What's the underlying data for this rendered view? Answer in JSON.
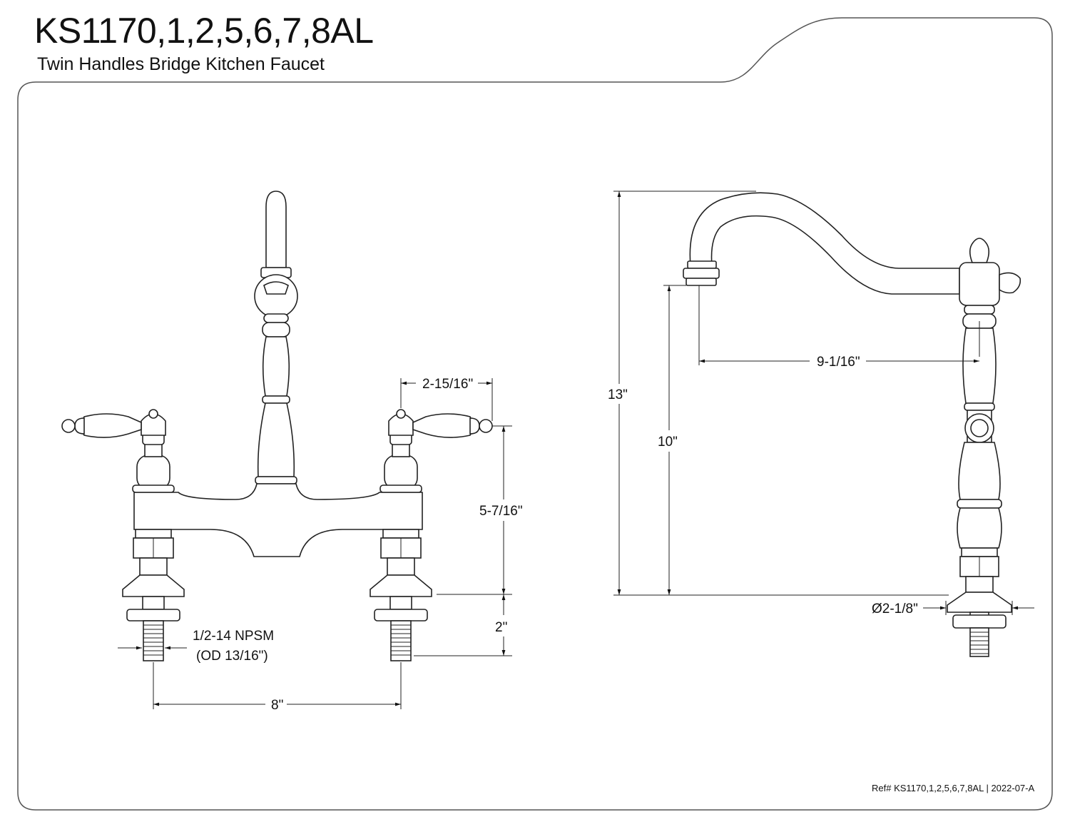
{
  "header": {
    "title": "KS1170,1,2,5,6,7,8AL",
    "subtitle": "Twin Handles Bridge Kitchen Faucet"
  },
  "front_view": {
    "handle_reach": "2-15/16\"",
    "handle_height": "5-7/16\"",
    "shank_length": "2\"",
    "connection": "1/2-14 NPSM",
    "connection_od": "(OD 13/16\")",
    "center_spread": "8\""
  },
  "side_view": {
    "overall_height": "13\"",
    "spout_height": "10\"",
    "spout_reach": "9-1/16\"",
    "base_diameter": "Ø2-1/8\""
  },
  "footer": {
    "reference": "Ref# KS1170,1,2,5,6,7,8AL | 2022-07-A"
  }
}
